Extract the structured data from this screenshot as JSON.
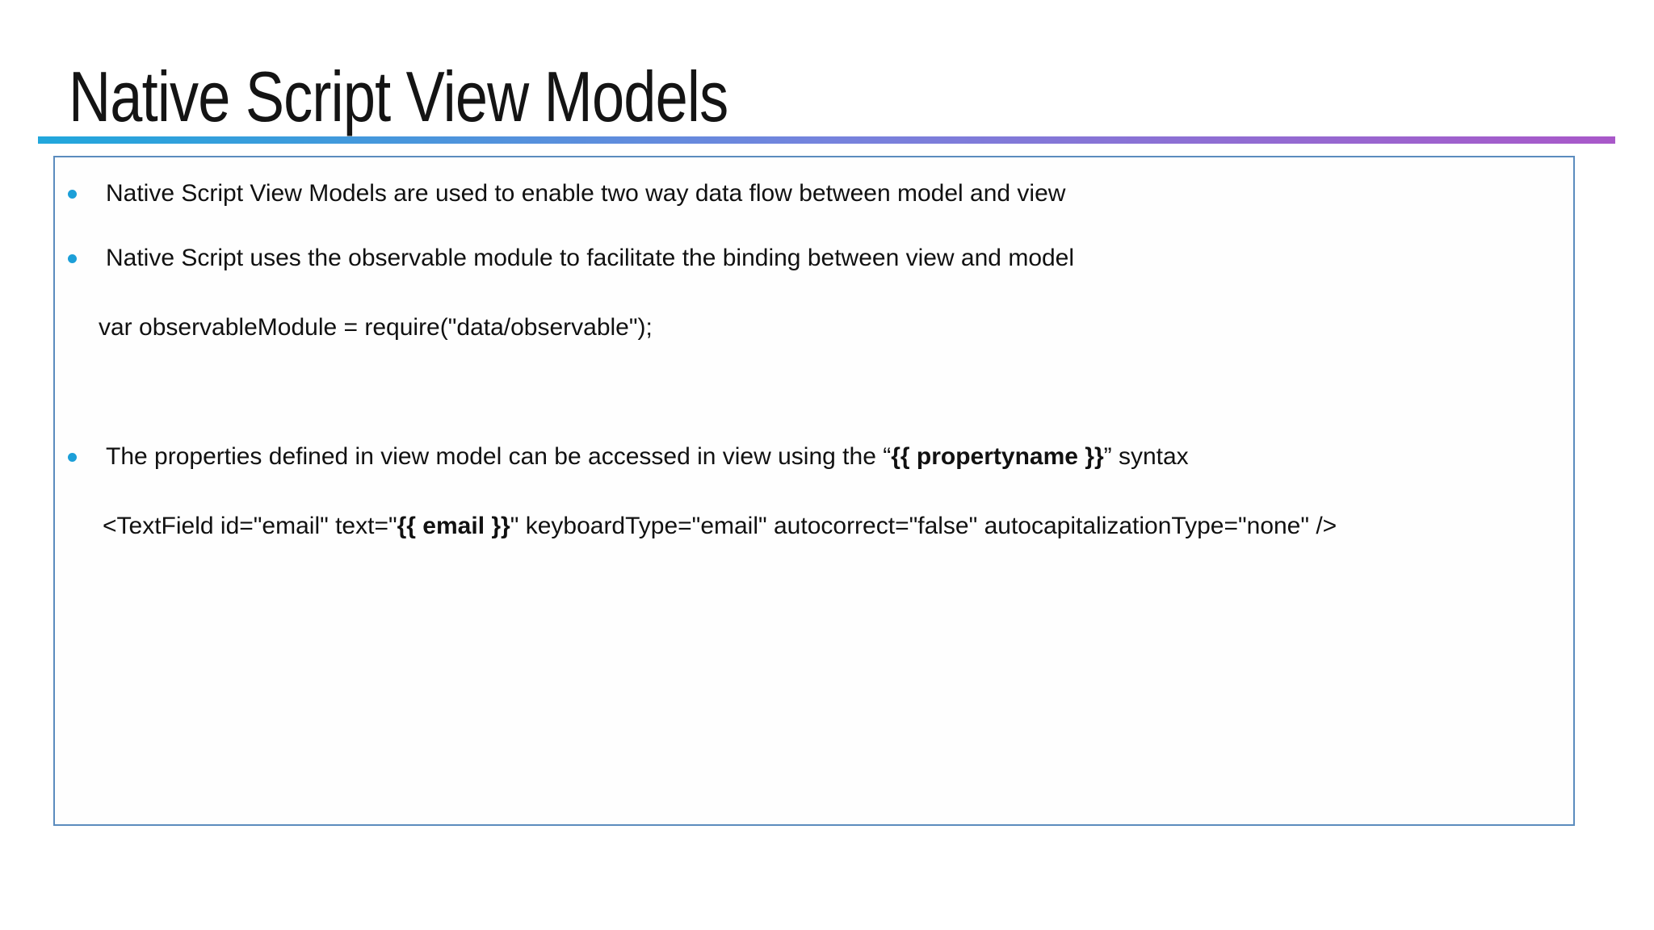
{
  "slide": {
    "title": "Native Script View Models",
    "accent": {
      "gradient_start": "#21a7dc",
      "gradient_mid": "#7583dd",
      "gradient_end": "#a958c9",
      "box_border": "#5b8cbe",
      "bullet_color": "#1c9fd8"
    },
    "content": {
      "bullet1": "Native Script View Models are used to enable two way data flow between model and view",
      "bullet2": "Native Script uses the observable module to facilitate the binding between view and model",
      "code1": "var observableModule = require(\"data/observable\");",
      "bullet3": {
        "prefix": "The properties defined in view model can be accessed in view using the “",
        "bold": "{{ propertyname }}",
        "suffix": "” syntax"
      },
      "code2": {
        "prefix": "<TextField id=\"email\" text=\"",
        "bold": "{{ email }}",
        "suffix": "\" keyboardType=\"email\" autocorrect=\"false\" autocapitalizationType=\"none\" />"
      }
    }
  }
}
